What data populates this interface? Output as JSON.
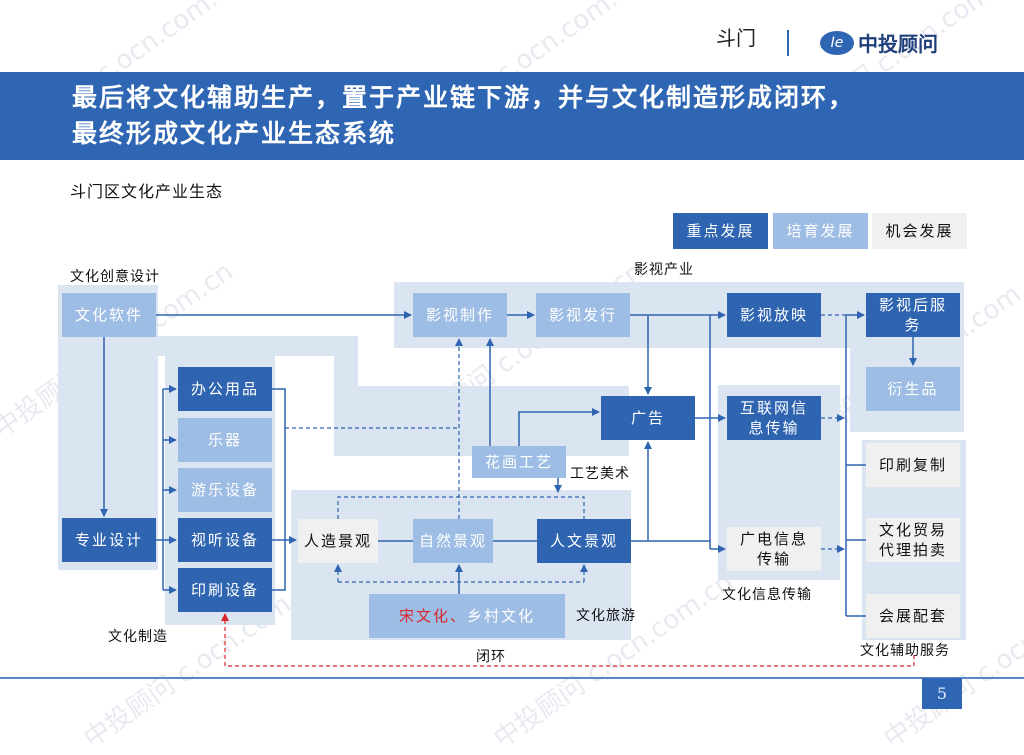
{
  "header": {
    "logo_left_name": "斗门",
    "brand_name": "中投顾问",
    "brand_color": "#2f66b3"
  },
  "title": {
    "line1": "最后将文化辅助生产，置于产业链下游，并与文化制造形成闭环，",
    "line2": "最终形成文化产业生态系统"
  },
  "subtitle": "斗门区文化产业生态",
  "legend": [
    {
      "label": "重点发展",
      "color": "#2e64b0"
    },
    {
      "label": "培育发展",
      "color": "#9dbde4"
    },
    {
      "label": "机会发展",
      "color": "#f0f0f0"
    }
  ],
  "groups": {
    "creative_design": "文化创意设计",
    "film_industry": "影视产业",
    "manufacturing": "文化制造",
    "arts_crafts": "工艺美术",
    "tourism": "文化旅游",
    "info_transmission": "文化信息传输",
    "aux_services": "文化辅助服务",
    "closed_loop": "闭环"
  },
  "nodes": {
    "culture_software": "文化软件",
    "professional_design": "专业设计",
    "office_supplies": "办公用品",
    "instruments": "乐器",
    "amusement_equipment": "游乐设备",
    "av_equipment": "视听设备",
    "printing_equipment": "印刷设备",
    "film_production": "影视制作",
    "film_distribution": "影视发行",
    "film_screening": "影视放映",
    "film_after_service": "影视后服务",
    "derivatives": "衍生品",
    "advertising": "广告",
    "internet_info": "互联网信息传输",
    "broadcast_info": "广电信息传输",
    "painting_crafts": "花画工艺",
    "artificial_landscape": "人造景观",
    "natural_landscape": "自然景观",
    "cultural_landscape": "人文景观",
    "song_culture": "宋文化、",
    "rural_culture": "乡村文化",
    "print_reproduction": "印刷复制",
    "trade_auction": "文化贸易代理拍卖",
    "exhibition_support": "会展配套"
  },
  "node_lines": {
    "film_after_service": [
      "影视后服",
      "务"
    ],
    "internet_info": [
      "互联网信",
      "息传输"
    ],
    "broadcast_info": [
      "广电信息",
      "传输"
    ],
    "trade_auction": [
      "文化贸易",
      "代理拍卖"
    ]
  },
  "page_number": "5",
  "watermark": "中投顾问 c.ocn.com.cn"
}
